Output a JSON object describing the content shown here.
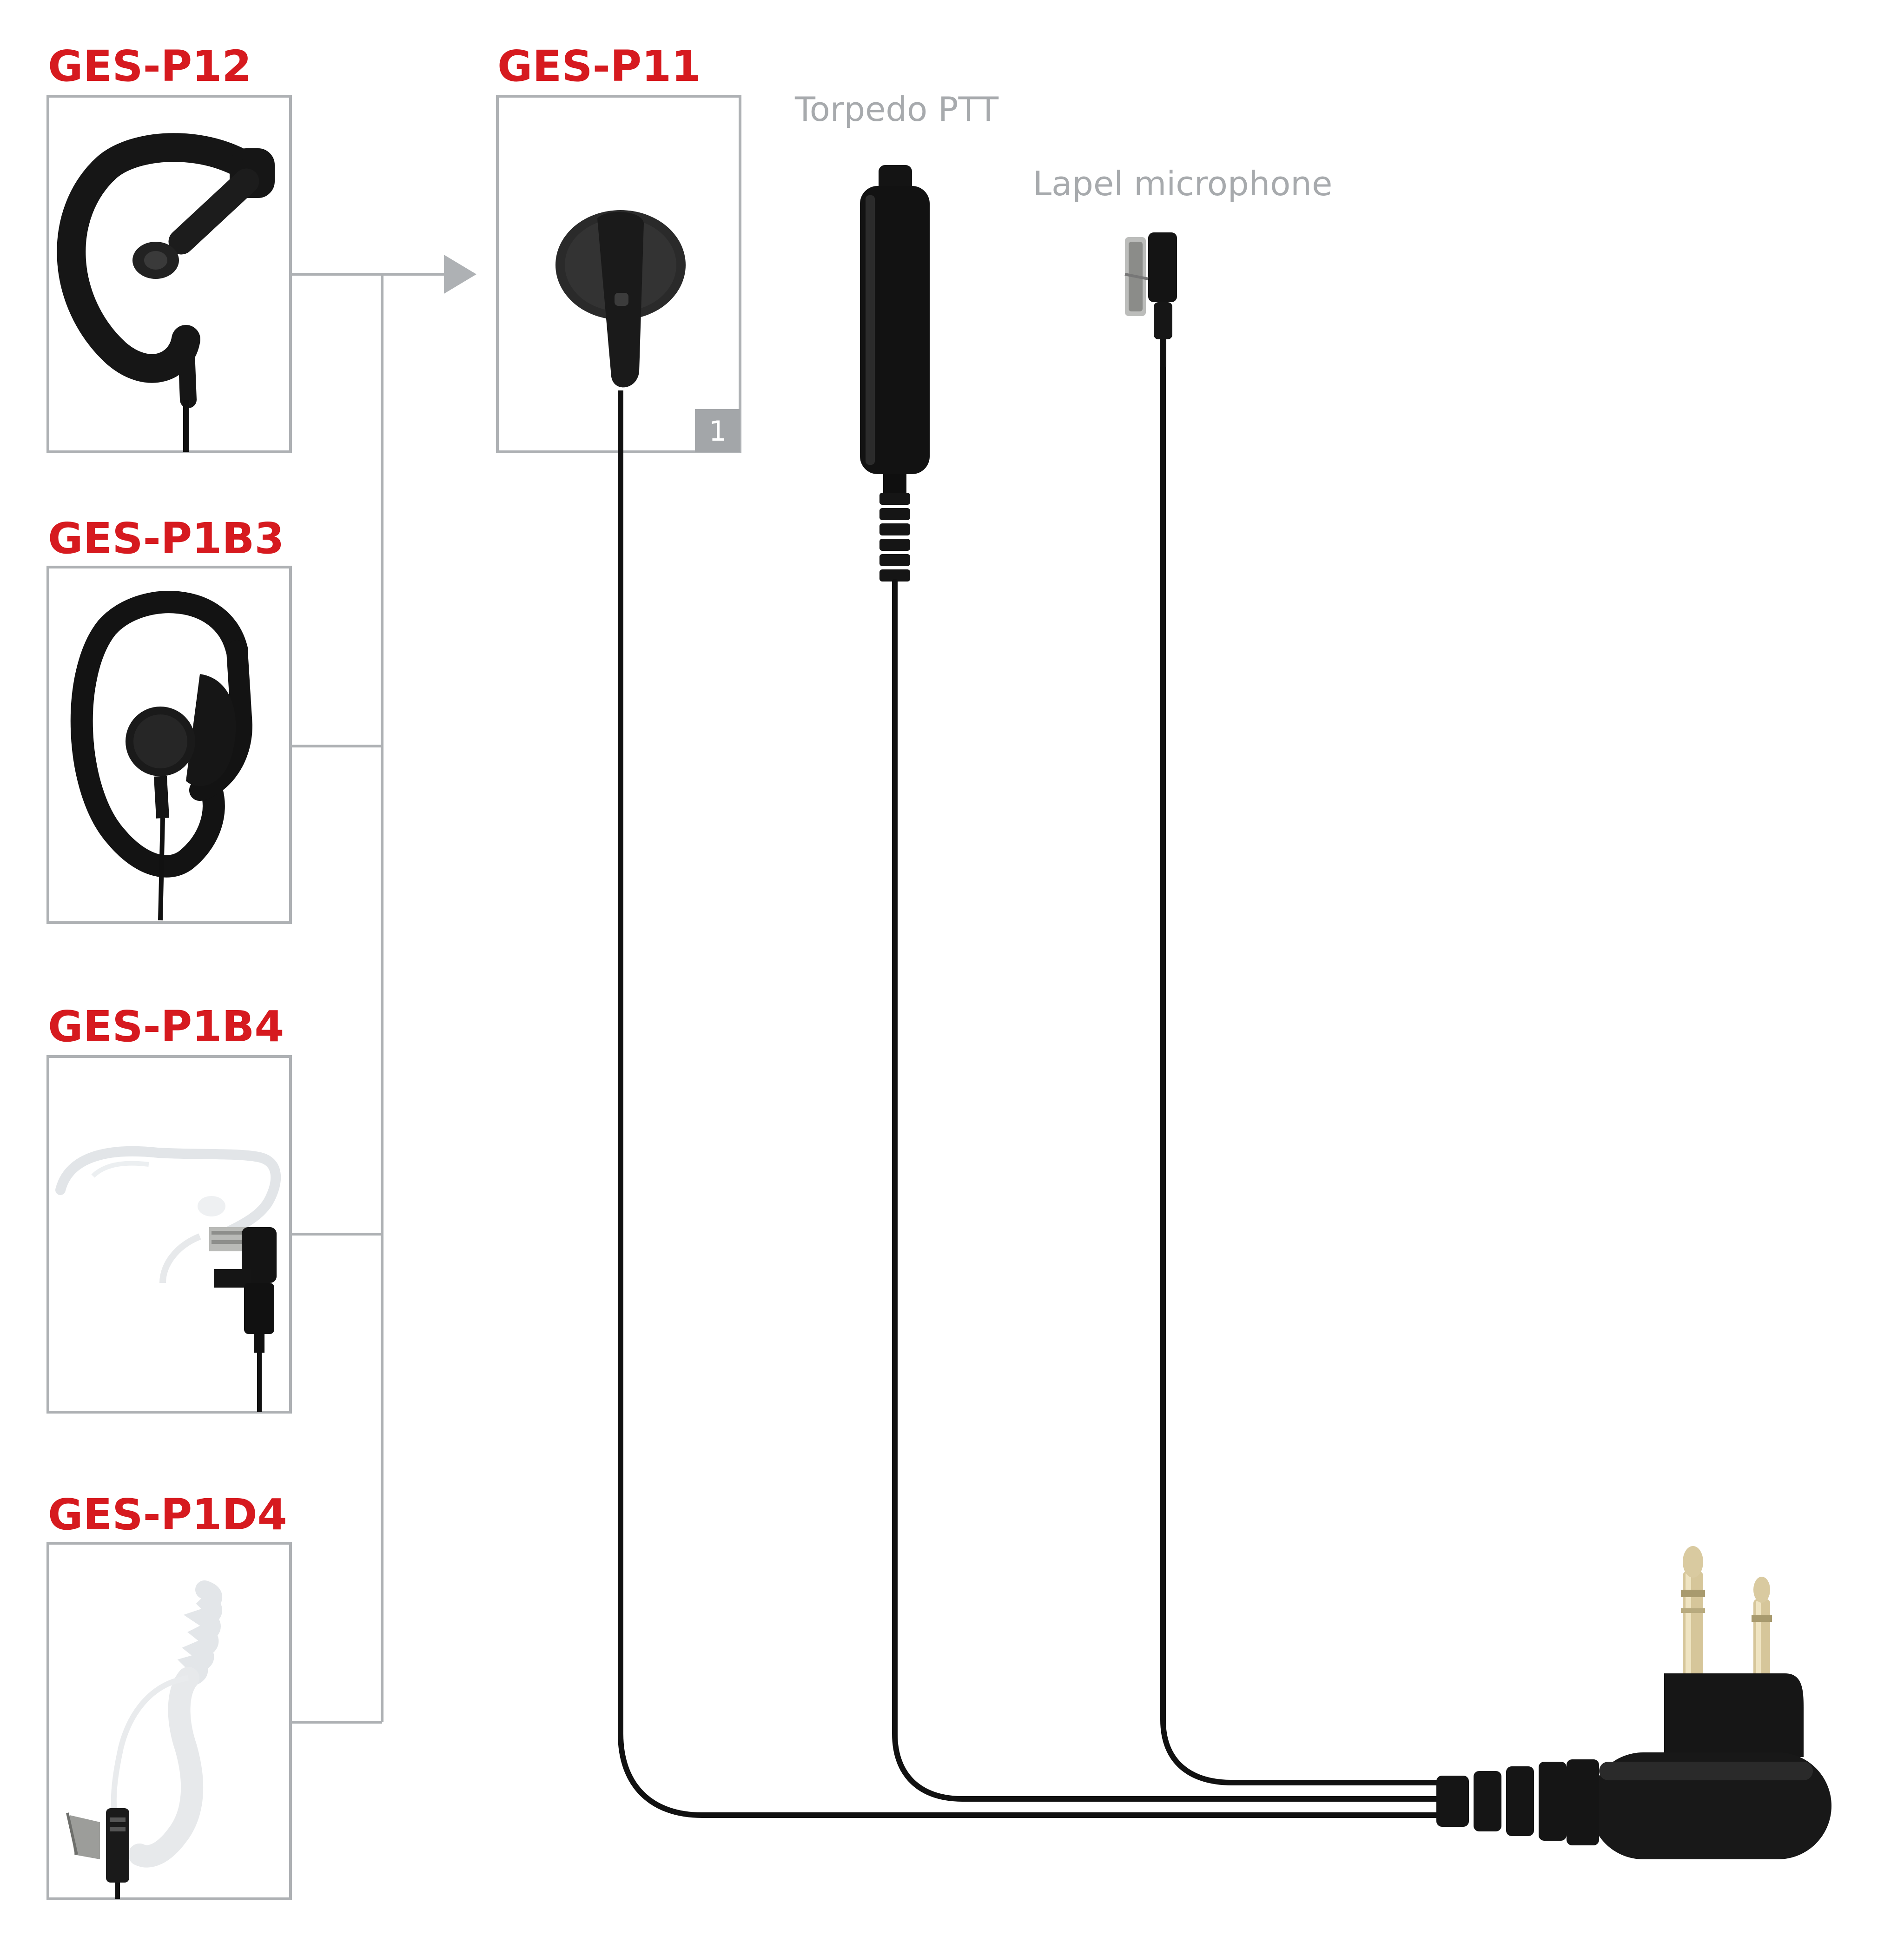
{
  "products": [
    {
      "id": "p12",
      "label": "GES-P12"
    },
    {
      "id": "p1b3",
      "label": "GES-P1B3"
    },
    {
      "id": "p1b4",
      "label": "GES-P1B4"
    },
    {
      "id": "p1d4",
      "label": "GES-P1D4"
    }
  ],
  "main_product": {
    "label": "GES-P11",
    "badge": "1"
  },
  "parts": {
    "torpedo": "Torpedo PTT",
    "lapel": "Lapel microphone"
  },
  "colors": {
    "model_label": "#d61a1f",
    "part_label": "#a7aaad",
    "frame": "#aeb1b4",
    "cable": "#111111",
    "badge": "#a3a6a9"
  },
  "icons": [
    "earhook-earphone-icon",
    "d-shape-earpiece-icon",
    "acoustic-tube-earpiece-icon",
    "coiled-tube-earpiece-icon",
    "earbud-icon",
    "ptt-button-icon",
    "lapel-mic-icon",
    "two-pin-connector-icon"
  ]
}
